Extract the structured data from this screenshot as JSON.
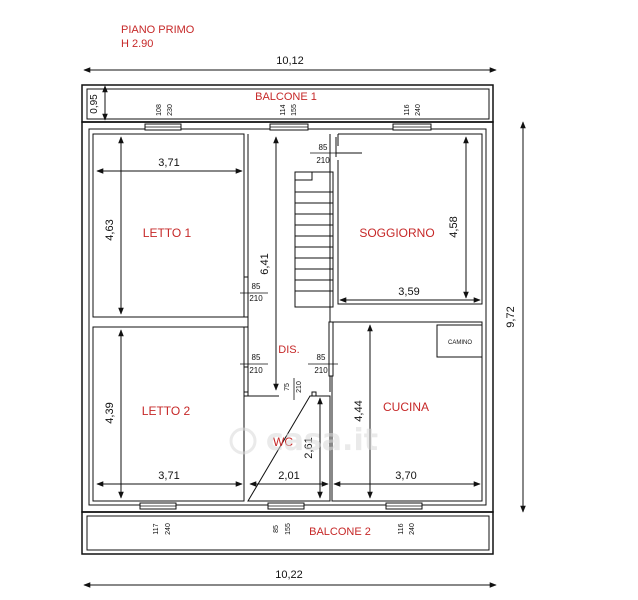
{
  "header": {
    "floor_label": "PIANO PRIMO",
    "height_label": "H 2.90"
  },
  "rooms": {
    "balcony1": "BALCONE 1",
    "balcony2": "BALCONE 2",
    "bedroom1": "LETTO 1",
    "bedroom2": "LETTO 2",
    "living": "SOGGIORNO",
    "kitchen": "CUCINA",
    "hall": "DIS.",
    "bath": "WC",
    "fireplace": "CAMINO"
  },
  "dimensions": {
    "overall_top": "10,12",
    "overall_bottom": "10,22",
    "overall_right": "9,72",
    "balcony1_depth": "0,95",
    "bed1_width": "3,71",
    "bed1_depth": "4,63",
    "hall_length": "6,41",
    "living_width": "3,59",
    "living_depth": "4,58",
    "bed2_width": "3,71",
    "bed2_depth": "4,39",
    "bath_width": "2,01",
    "bath_depth": "2,61",
    "kitchen_width": "3,70",
    "kitchen_depth": "4,44"
  },
  "openings": {
    "win_bed1_a": "108",
    "win_bed1_b": "230",
    "win_hall_a": "114",
    "win_hall_b": "155",
    "win_living_a": "116",
    "win_living_b": "240",
    "door_living_a": "85",
    "door_living_b": "210",
    "door_bed1_a": "85",
    "door_bed1_b": "210",
    "door_bed2_a": "85",
    "door_bed2_b": "210",
    "door_kitchen_a": "85",
    "door_kitchen_b": "210",
    "door_bath_a": "75",
    "door_bath_b": "210",
    "win_bed2_a": "117",
    "win_bed2_b": "240",
    "win_bath_a": "85",
    "win_bath_b": "155",
    "win_kitchen_a": "116",
    "win_kitchen_b": "240"
  },
  "watermark": "casa.it",
  "colors": {
    "room_labels": "#c62828",
    "lines": "#111111",
    "watermark": "#d9d9d9"
  }
}
